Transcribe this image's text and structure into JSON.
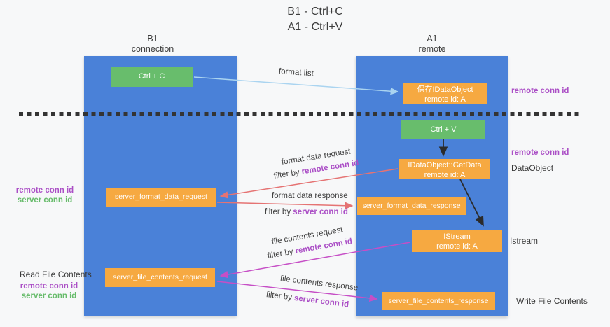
{
  "title": {
    "line1": "B1 - Ctrl+C",
    "line2": "A1 - Ctrl+V"
  },
  "lanes": {
    "left": {
      "name": "B1",
      "role": "connection"
    },
    "right": {
      "name": "A1",
      "role": "remote"
    }
  },
  "nodes": {
    "ctrl_c": "Ctrl + C",
    "ctrl_v": "Ctrl + V",
    "save_dataobject": {
      "line1": "保存IDataObject",
      "line2": "remote id: A"
    },
    "getdata": {
      "line1": "IDataObject::GetData",
      "line2": "remote id: A"
    },
    "istream": {
      "line1": "IStream",
      "line2": "remote id: A"
    },
    "server_format_data_request": "server_format_data_request",
    "server_format_data_response": "server_format_data_response",
    "server_file_contents_request": "server_file_contents_request",
    "server_file_contents_response": "server_file_contents_response"
  },
  "labels": {
    "format_list": "format list",
    "format_data_request": "format data request",
    "format_data_response": "format data response",
    "file_contents_request": "file contents request",
    "file_contents_response": "file contents response",
    "filter_by": "filter by",
    "remote_conn_id": "remote conn id",
    "server_conn_id": "server conn id",
    "dataobject": "DataObject",
    "istream": "Istream",
    "read_file_contents": "Read File Contents",
    "write_file_contents": "Write File Contents"
  },
  "colors": {
    "lane_blue": "#4a81d8",
    "node_green": "#68bd6c",
    "node_orange": "#f6a941",
    "purple_text": "#ab4fc6",
    "green_text": "#66bb6a",
    "red_arrow": "#e57373",
    "magenta_arrow": "#c64fc6",
    "light_blue_arrow": "#aad4f0",
    "black_arrow": "#2b2b2b"
  }
}
